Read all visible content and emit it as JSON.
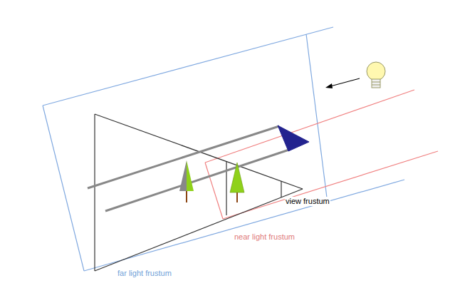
{
  "diagram": {
    "labels": [
      "view frustum",
      "near light frustum",
      "far light frustum"
    ]
  }
}
